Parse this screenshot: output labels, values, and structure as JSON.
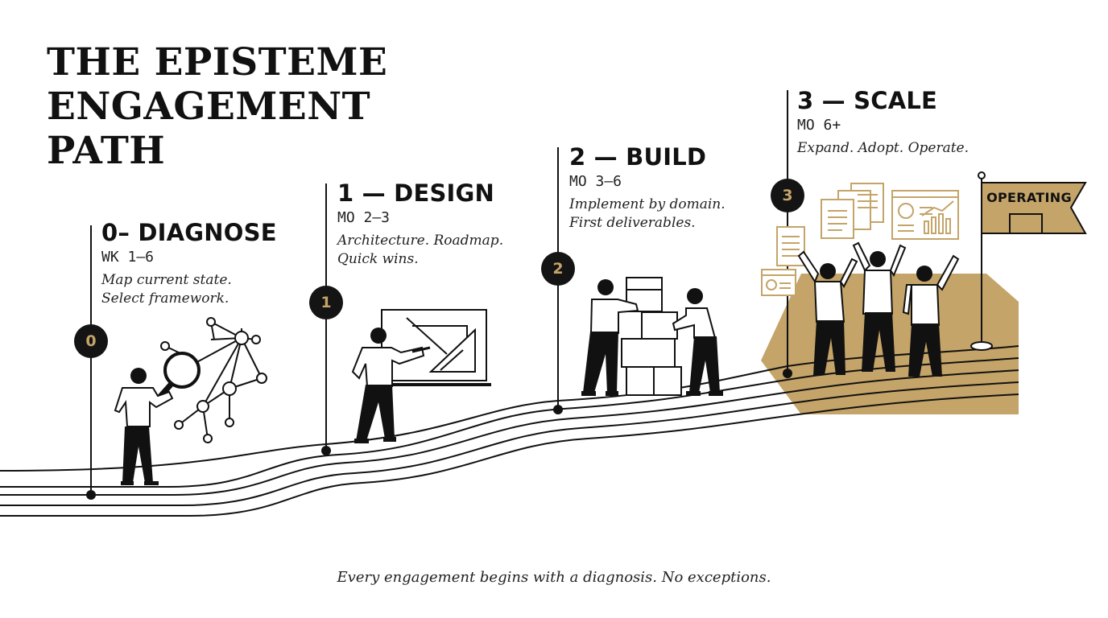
{
  "title_lines": [
    "THE EPISTEME",
    "ENGAGEMENT",
    "PATH"
  ],
  "stages": [
    {
      "badge": "0",
      "heading": "0– DIAGNOSE",
      "period": "WK 1–6",
      "desc": [
        "Map current state.",
        "Select framework."
      ]
    },
    {
      "badge": "1",
      "heading": "1 — DESIGN",
      "period": "MO 2–3",
      "desc": [
        "Architecture. Roadmap.",
        "Quick wins."
      ]
    },
    {
      "badge": "2",
      "heading": "2 — BUILD",
      "period": "MO 3–6",
      "desc": [
        "Implement by domain.",
        "First deliverables."
      ]
    },
    {
      "badge": "3",
      "heading": "3 — SCALE",
      "period": "MO 6+",
      "desc": [
        "Expand. Adopt. Operate."
      ]
    }
  ],
  "flag_label": "OPERATING",
  "footer": "Every engagement begins with a diagnosis. No exceptions.",
  "colors": {
    "ink": "#111111",
    "gold": "#c4a468",
    "badge_fill": "#141414"
  },
  "icons": [
    "magnifier-network-icon",
    "whiteboard-icon",
    "stacked-boxes-icon",
    "documents-dashboard-icon",
    "flag-icon"
  ]
}
